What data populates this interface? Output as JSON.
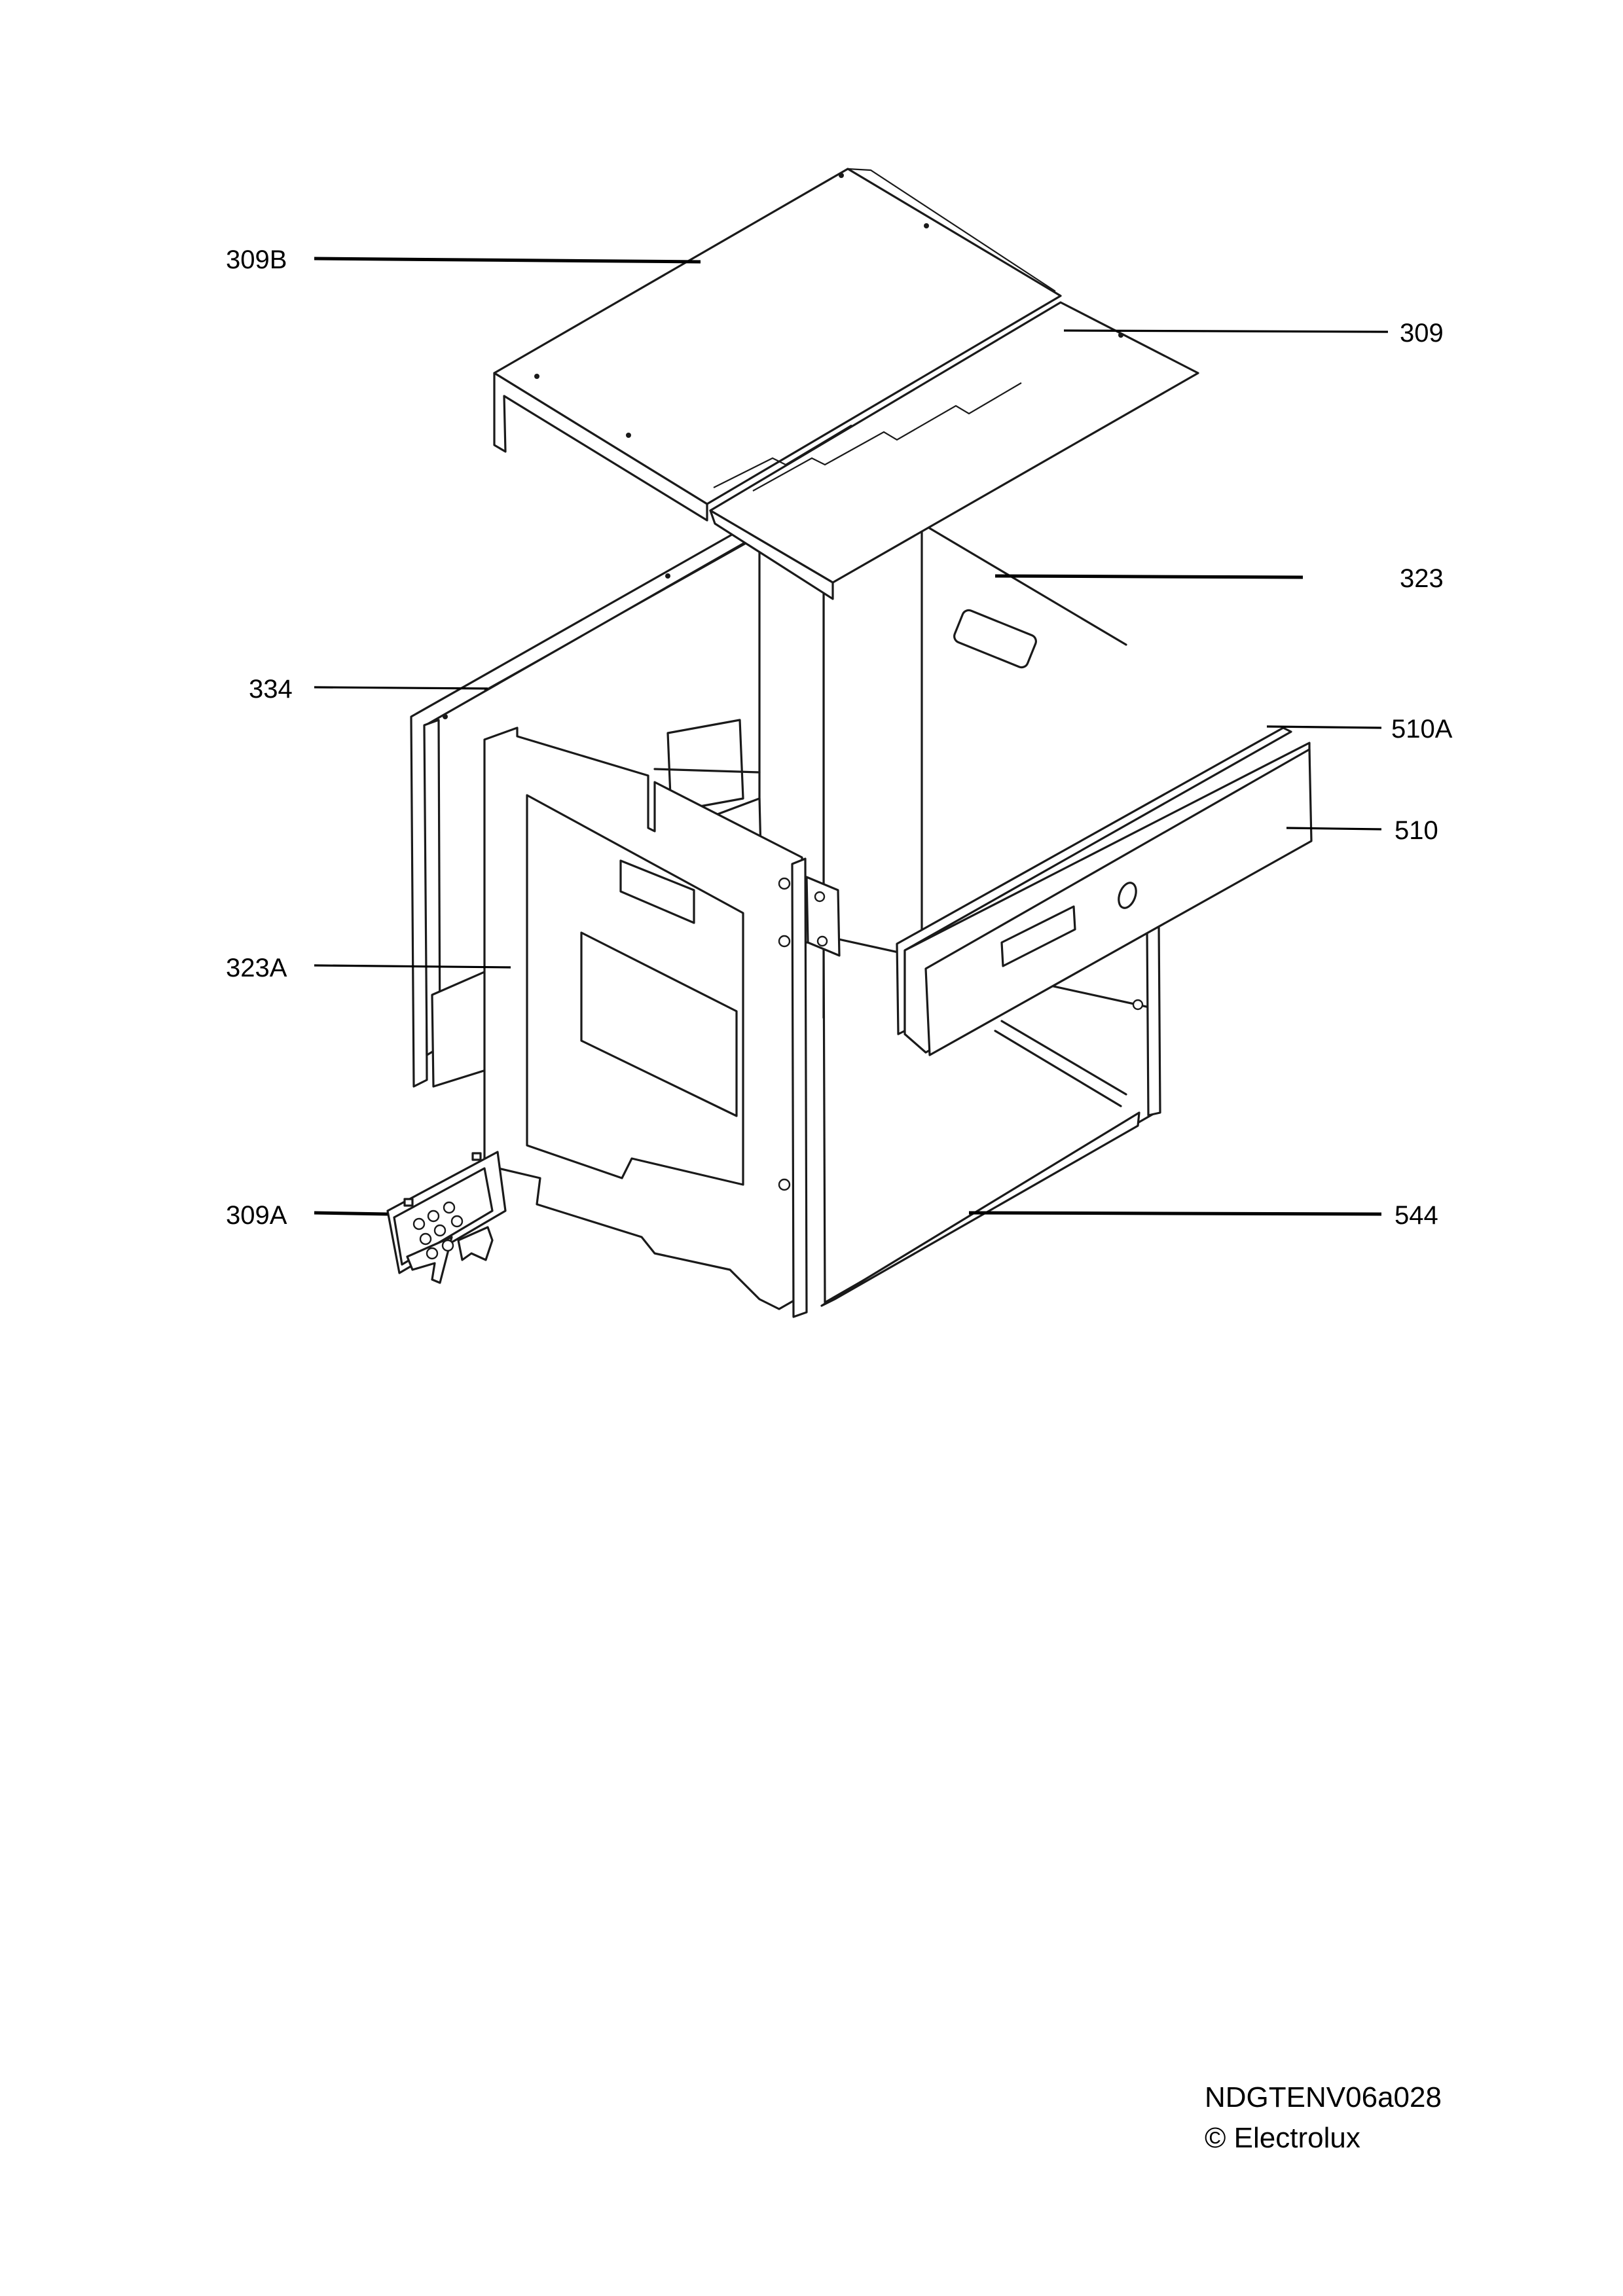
{
  "callouts": [
    {
      "id": "309B",
      "label": "309B"
    },
    {
      "id": "309",
      "label": "309"
    },
    {
      "id": "323",
      "label": "323"
    },
    {
      "id": "334",
      "label": "334"
    },
    {
      "id": "510A",
      "label": "510A"
    },
    {
      "id": "510",
      "label": "510"
    },
    {
      "id": "323A",
      "label": "323A"
    },
    {
      "id": "309A",
      "label": "309A"
    },
    {
      "id": "544",
      "label": "544"
    }
  ],
  "footer": {
    "drawing_code": "NDGTENV06a028",
    "copyright": "© Electrolux"
  }
}
